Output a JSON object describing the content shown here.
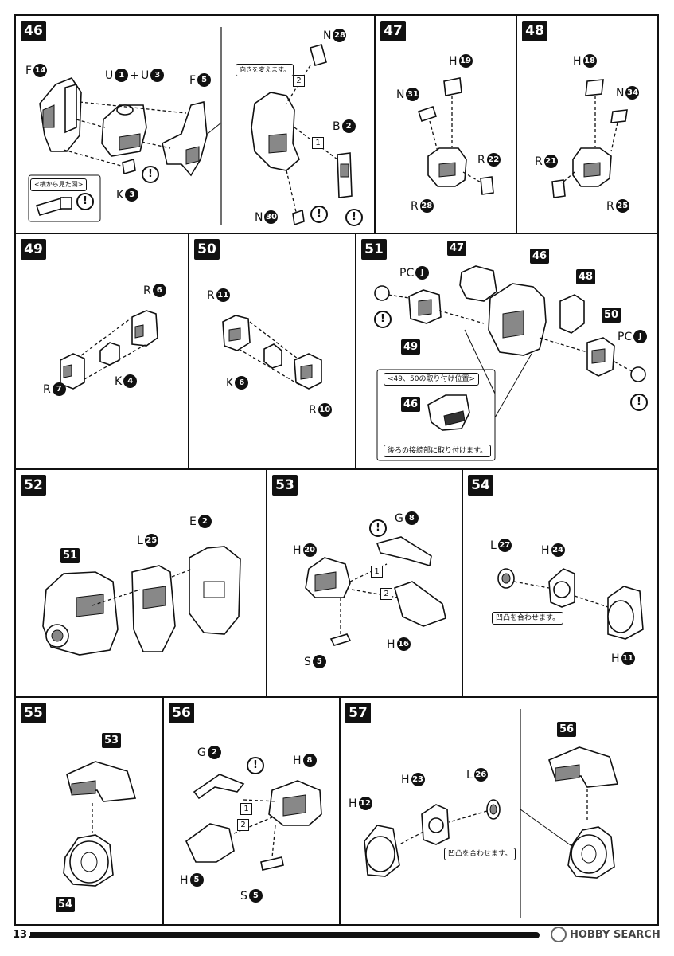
{
  "page": {
    "number": "13",
    "watermark": "HOBBY SEARCH"
  },
  "steps": {
    "s46": {
      "num": "46",
      "labels": {
        "F14": "F",
        "U1": "U",
        "plus": "+",
        "U3": "U",
        "F5": "F",
        "K3": "K",
        "N28": "N",
        "B2": "B",
        "N30": "N"
      },
      "nums": {
        "F14": "14",
        "U1": "1",
        "U3": "3",
        "F5": "5",
        "K3": "3",
        "N28": "28",
        "B2": "2",
        "N30": "30"
      },
      "note_side": "<横から見た図>",
      "note_turn": "向きを変えます。",
      "seq1": "1",
      "seq2": "2"
    },
    "s47": {
      "num": "47",
      "labels": {
        "H": "H",
        "N": "N",
        "R1": "R",
        "R2": "R"
      },
      "nums": {
        "H": "19",
        "N": "31",
        "R1": "22",
        "R2": "28"
      }
    },
    "s48": {
      "num": "48",
      "labels": {
        "H": "H",
        "N": "N",
        "R1": "R",
        "R2": "R"
      },
      "nums": {
        "H": "18",
        "N": "34",
        "R1": "21",
        "R2": "25"
      }
    },
    "s49": {
      "num": "49",
      "labels": {
        "R1": "R",
        "K": "K",
        "R2": "R"
      },
      "nums": {
        "R1": "6",
        "K": "4",
        "R2": "7"
      }
    },
    "s50": {
      "num": "50",
      "labels": {
        "R1": "R",
        "K": "K",
        "R2": "R"
      },
      "nums": {
        "R1": "11",
        "K": "6",
        "R2": "10"
      }
    },
    "s51": {
      "num": "51",
      "labels": {
        "PC1": "PC",
        "PC2": "PC"
      },
      "nums": {
        "PC1": "J",
        "PC2": "J"
      },
      "refs": {
        "r47": "47",
        "r46": "46",
        "r48": "48",
        "r49": "49",
        "r50": "50",
        "r46b": "46"
      },
      "note_pos": "<49、50の取り付け位置>",
      "note_back": "後ろの接続部に取り付けます。"
    },
    "s52": {
      "num": "52",
      "labels": {
        "L": "L",
        "E": "E"
      },
      "nums": {
        "L": "25",
        "E": "2"
      },
      "refs": {
        "r51": "51"
      }
    },
    "s53": {
      "num": "53",
      "labels": {
        "G": "G",
        "H1": "H",
        "S": "S",
        "H2": "H"
      },
      "nums": {
        "G": "8",
        "H1": "20",
        "S": "5",
        "H2": "16"
      },
      "seq1": "1",
      "seq2": "2"
    },
    "s54": {
      "num": "54",
      "labels": {
        "L": "L",
        "H1": "H",
        "H2": "H"
      },
      "nums": {
        "L": "27",
        "H1": "24",
        "H2": "11"
      },
      "note": "凹凸を合わせます。"
    },
    "s55": {
      "num": "55",
      "refs": {
        "r53": "53",
        "r54": "54"
      }
    },
    "s56": {
      "num": "56",
      "labels": {
        "G": "G",
        "H1": "H",
        "H2": "H",
        "S": "S"
      },
      "nums": {
        "G": "2",
        "H1": "8",
        "H2": "5",
        "S": "5"
      },
      "seq1": "1",
      "seq2": "2"
    },
    "s57": {
      "num": "57",
      "labels": {
        "H1": "H",
        "H2": "H",
        "L": "L"
      },
      "nums": {
        "H1": "12",
        "H2": "23",
        "L": "26"
      },
      "note": "凹凸を合わせます。",
      "refs": {
        "r56": "56"
      }
    }
  },
  "warn_symbol": "!"
}
